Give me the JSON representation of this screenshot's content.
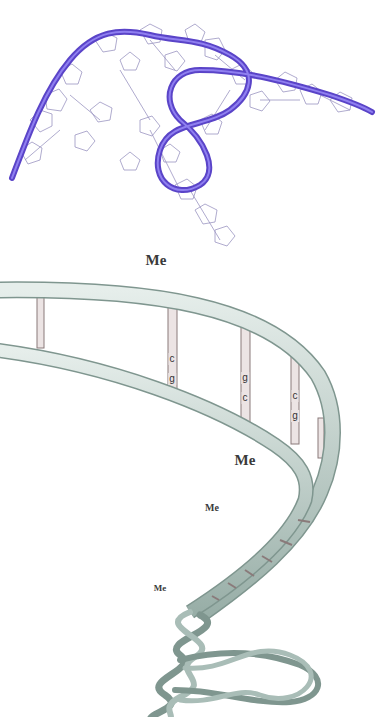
{
  "diagram": {
    "labels": [
      "Me",
      "c",
      "g",
      "g",
      "c",
      "c",
      "g",
      "Me",
      "Me",
      "Me"
    ]
  }
}
